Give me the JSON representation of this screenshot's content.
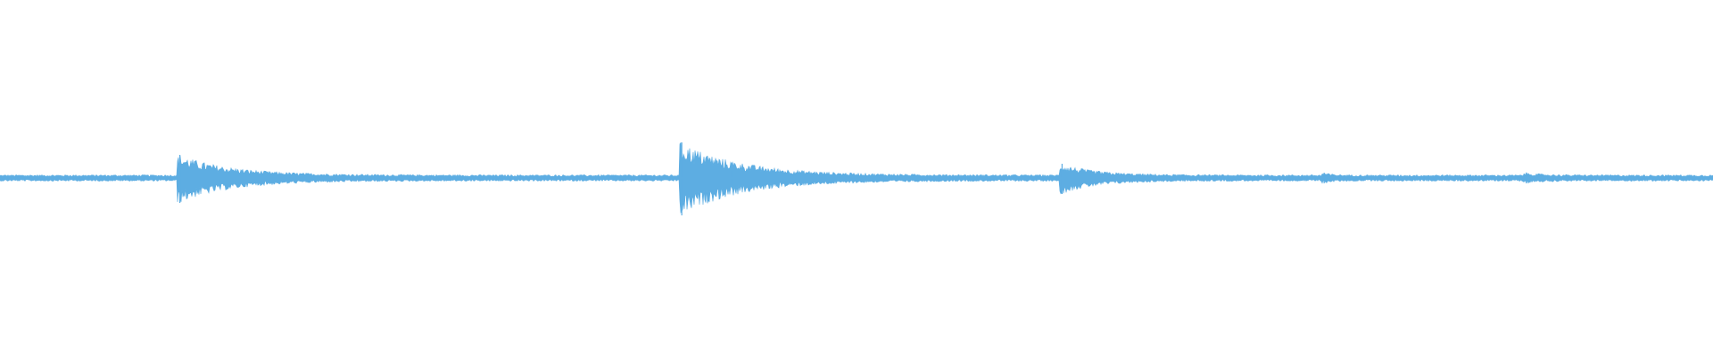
{
  "colors": {
    "background": "#ffffff",
    "waveform": "#5dade2"
  },
  "chart_data": {
    "type": "area",
    "title": "",
    "xlabel": "",
    "ylabel": "",
    "grid": false,
    "legend": "none",
    "ylim": [
      -1,
      1
    ],
    "series": [
      {
        "baseline_amplitude": 0.018,
        "transients": [
          {
            "x": 0.105,
            "peak_up": 0.13,
            "peak_down": 0.14,
            "decay": 0.03
          },
          {
            "x": 0.398,
            "peak_up": 0.2,
            "peak_down": 0.21,
            "decay": 0.035
          },
          {
            "x": 0.427,
            "peak_up": 0.04,
            "peak_down": 0.04,
            "decay": 0.01
          },
          {
            "x": 0.62,
            "peak_up": 0.08,
            "peak_down": 0.09,
            "decay": 0.02
          },
          {
            "x": 0.773,
            "peak_up": 0.03,
            "peak_down": 0.03,
            "decay": 0.005
          },
          {
            "x": 0.891,
            "peak_up": 0.03,
            "peak_down": 0.03,
            "decay": 0.01
          }
        ]
      }
    ]
  }
}
